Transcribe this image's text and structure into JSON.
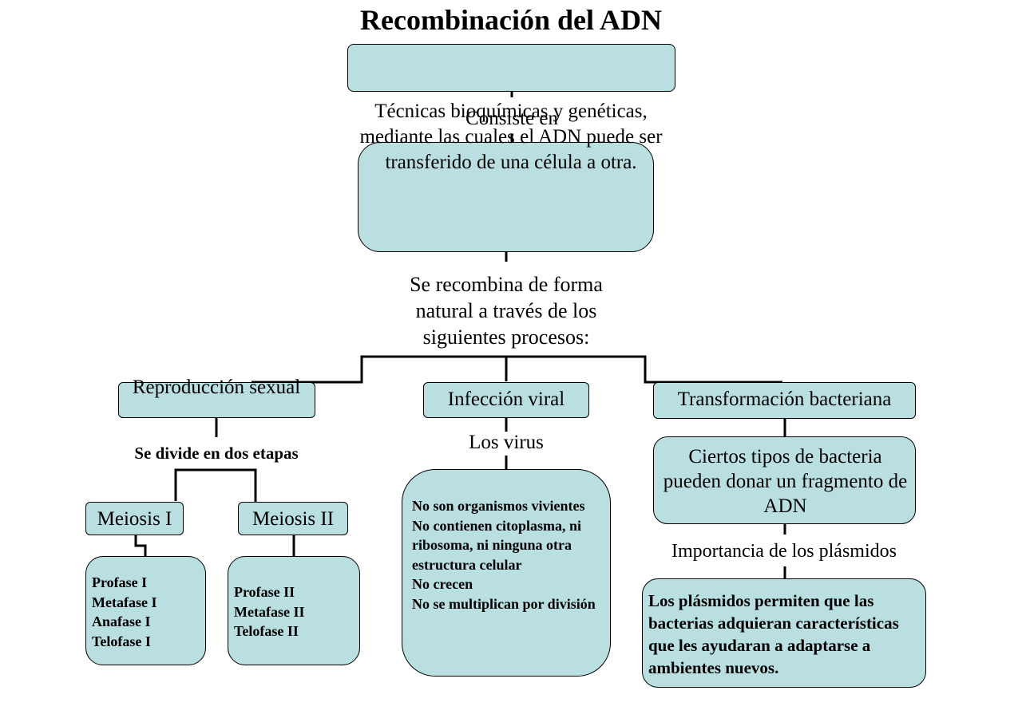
{
  "title": "Recombinación del ADN",
  "top_box_text": "",
  "consiste_label": "Consiste en",
  "definition": "Técnicas bioquímicas y genéticas, mediante las cuales el ADN puede ser transferido de una célula a otra.",
  "recombina_label": "Se recombina de forma natural a través de los siguientes procesos:",
  "processes": {
    "sexual": {
      "title": "Reproducción sexual",
      "divide_label": "Se divide en dos etapas",
      "meiosis1": {
        "title": "Meiosis I",
        "phases": [
          "Profase I",
          "Metafase I",
          "Anafase I",
          "Telofase I"
        ]
      },
      "meiosis2": {
        "title": "Meiosis II",
        "phases": [
          "Profase II",
          "Metafase II",
          "Telofase II"
        ]
      }
    },
    "viral": {
      "title": "Infección viral",
      "label": "Los virus",
      "items": [
        "No son organismos vivientes",
        "No contienen citoplasma, ni ribosoma, ni ninguna otra estructura celular",
        "No crecen",
        "No se multiplican por división"
      ]
    },
    "bacterial": {
      "title": "Transformación bacteriana",
      "description": "Ciertos tipos de bacteria pueden donar un fragmento de ADN",
      "importance_label": "Importancia de los plásmidos",
      "plasmid_text": "Los plásmidos permiten que las bacterias adquieran características que les ayudaran a adaptarse a ambientes nuevos."
    }
  },
  "colors": {
    "box_fill": "#b9dfe1",
    "stroke": "#000000",
    "background": "#ffffff"
  }
}
